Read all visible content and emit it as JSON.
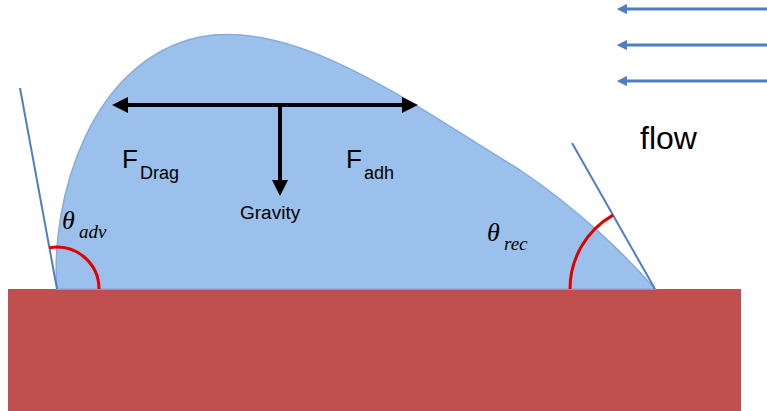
{
  "diagram": {
    "labels": [
      "F",
      "Drag",
      "F",
      "adh",
      "Gravity",
      "θ",
      "adv",
      "θ",
      "rec",
      "flow"
    ]
  }
}
